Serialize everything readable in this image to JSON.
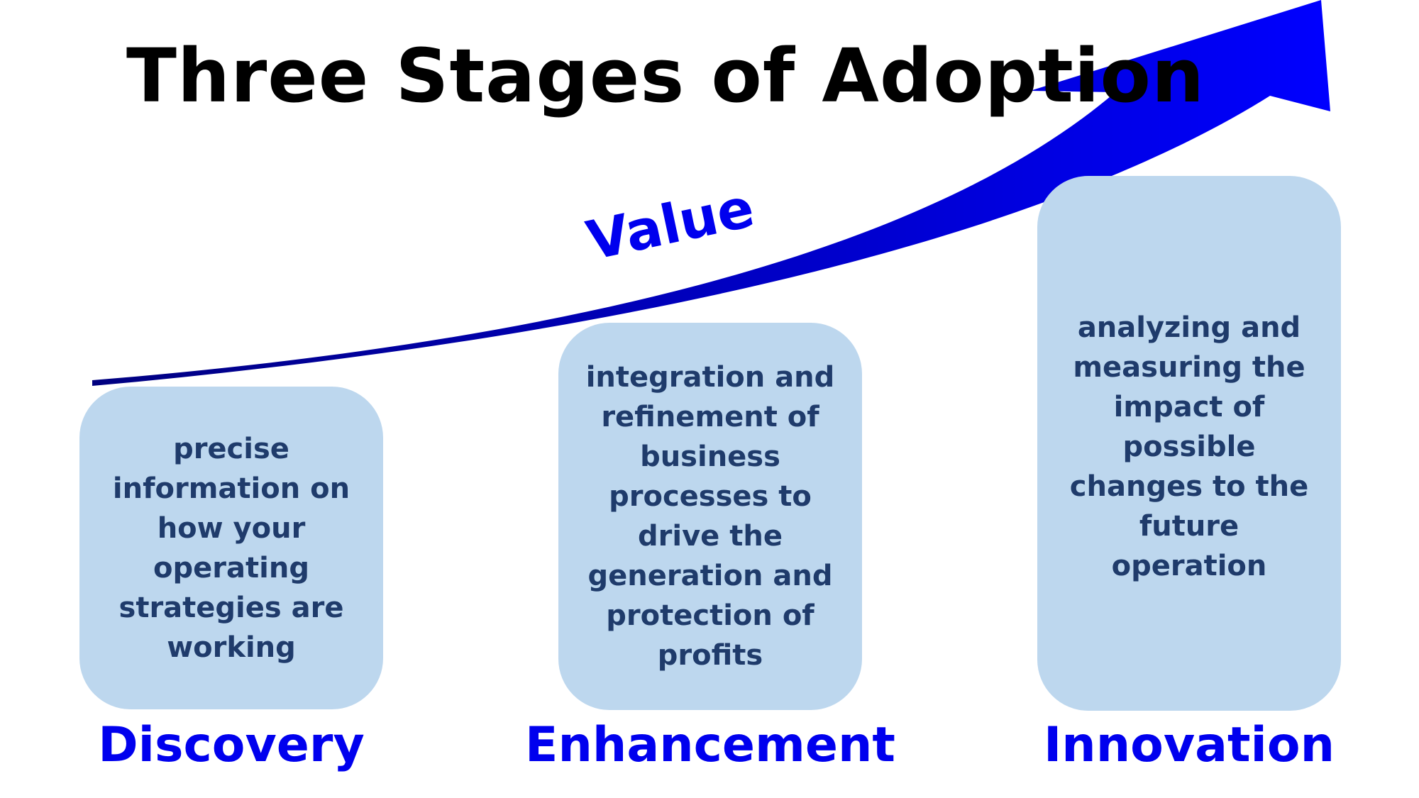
{
  "title": "Three Stages of Adoption",
  "arrow_label": "Value",
  "colors": {
    "arrow_start": "#000080",
    "arrow_end": "#0000ff",
    "box_fill": "#bdd7ee",
    "box_text": "#1f3b6b",
    "stage_name": "#0000ee",
    "title": "#000000"
  },
  "stages": [
    {
      "name": "Discovery",
      "description": "precise information on how your operating strategies are working"
    },
    {
      "name": "Enhancement",
      "description": "integration and refinement of business processes to drive the generation and protection of profits"
    },
    {
      "name": "Innovation",
      "description": "analyzing and measuring the impact of possible changes to the future operation"
    }
  ]
}
